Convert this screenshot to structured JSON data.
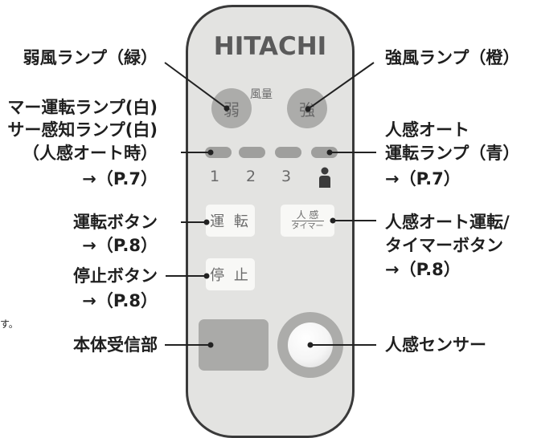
{
  "brand": "HITACHI",
  "remote": {
    "air_volume_label": "風量",
    "weak_button": "弱",
    "strong_button": "強",
    "lamp_numbers": [
      "1",
      "2",
      "3"
    ],
    "run_button": "運 転",
    "sensor_button_top": "人 感",
    "sensor_button_bottom": "タイマー",
    "stop_button": "停 止"
  },
  "labels": {
    "weak_lamp": "弱風ランプ（緑）",
    "strong_lamp": "強風ランプ（橙）",
    "timer_lamp": "マー運転ランプ(白)",
    "sensor_lamp": "サー感知ランプ(白)",
    "sensor_auto": "（人感オート時）",
    "ref_p7_left": "→（P.7）",
    "auto_run_lamp_1": "人感オート",
    "auto_run_lamp_2": "運転ランプ（青）",
    "ref_p7_right": "→（P.7）",
    "run_button": "運転ボタン",
    "ref_p8_run": "→（P.8）",
    "auto_timer_1": "人感オート運転/",
    "auto_timer_2": "タイマーボタン",
    "ref_p8_auto": "→（P.8）",
    "stop_button": "停止ボタン",
    "ref_p8_stop": "→（P.8）",
    "receiver": "本体受信部",
    "human_sensor": "人感センサー",
    "note": "す。"
  },
  "colors": {
    "panel": "#e3e3e1",
    "control_gray": "#acacaa",
    "text_gray": "#6a6a6a",
    "label_text": "#1f1f1f"
  }
}
